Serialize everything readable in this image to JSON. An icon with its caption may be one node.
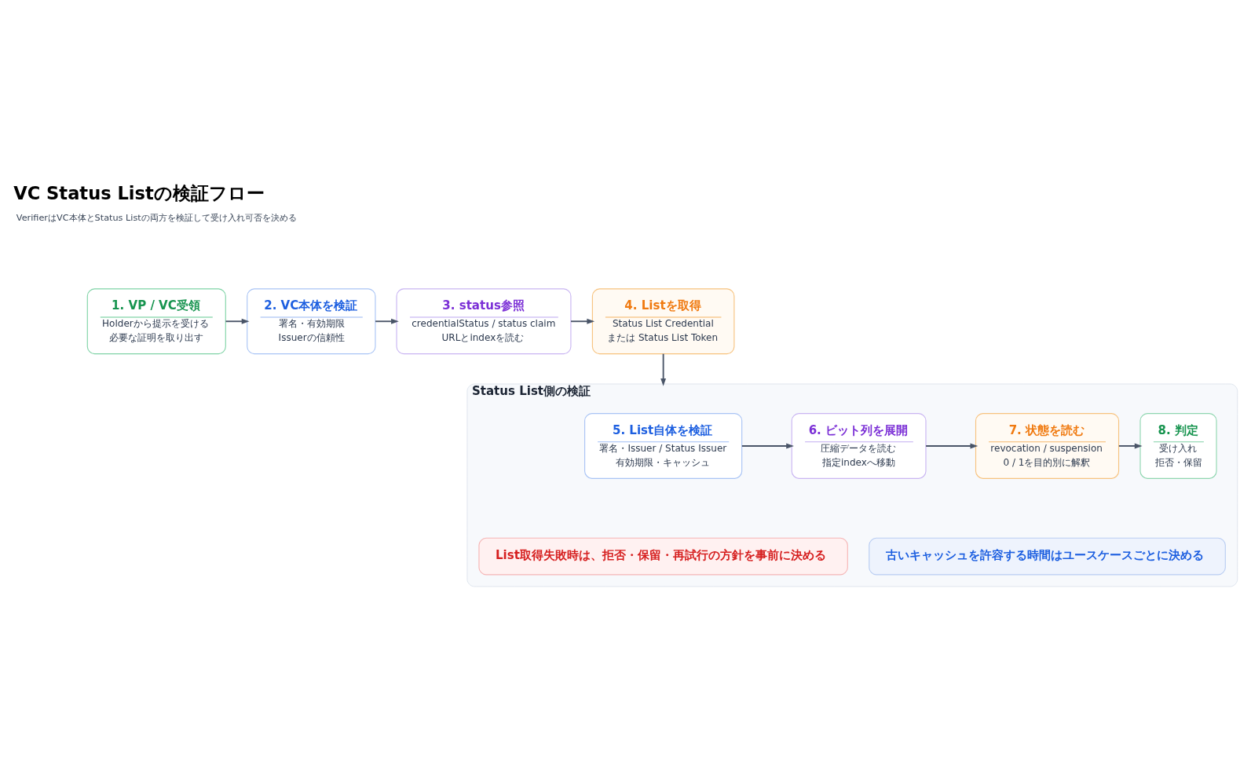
{
  "diagram": {
    "title": "VC Status Listの検証フロー",
    "nodes": [
      {
        "text": [
          "1. VP / VC受領",
          "Holderから提示を受ける",
          "必要な証明を取り出す"
        ]
      },
      {
        "text": [
          "2. VC本体を検証",
          "署名・有効期限",
          "Issuerの信頼性"
        ]
      },
      {
        "text": [
          "3. status参照",
          "credentialStatus / status claim",
          "URLとindexを読む"
        ]
      },
      {
        "text": [
          "4. Listを取得",
          "Status List Credential",
          "または Status List Token"
        ]
      },
      {
        "text": [
          "Status List側の検証"
        ]
      },
      {
        "text": [
          "5. List自体を検証",
          "署名・Issuer / Status Issuer",
          "有効期限・キャッシュ"
        ],
        "in": 4
      },
      {
        "text": [
          "6. ビット列を展開",
          "圧縮データを読む",
          "指定indexへ移動"
        ],
        "in": 4
      },
      {
        "text": [
          "7. 状態を読む",
          "revocation / suspension",
          "0 / 1を目的別に解釈"
        ],
        "in": 4
      },
      {
        "text": [
          "8. 判定",
          "受け入れ",
          "拒否・保留"
        ],
        "in": 4
      },
      {
        "text": [
          "List取得失敗時は、拒否・保留・再試行の方針を事前に決める"
        ],
        "in": 4
      },
      {
        "text": [
          "古いキャッシュを許容する時間はユースケースごとに決める"
        ],
        "in": 4
      }
    ],
    "edges": [
      {
        "from": 0,
        "to": 1,
        "arrow": "to"
      },
      {
        "from": 1,
        "to": 2,
        "arrow": "to"
      },
      {
        "from": 2,
        "to": 3,
        "arrow": "to"
      },
      {
        "from": 3,
        "to": 4,
        "arrow": "to"
      },
      {
        "from": 5,
        "to": 6,
        "arrow": "to"
      },
      {
        "from": 6,
        "to": 7,
        "arrow": "to"
      },
      {
        "from": 7,
        "to": 8,
        "arrow": "to"
      }
    ],
    "labels": [
      "VerifierはVC本体とStatus Listの両方を検証して受け入れ可否を決める"
    ]
  }
}
